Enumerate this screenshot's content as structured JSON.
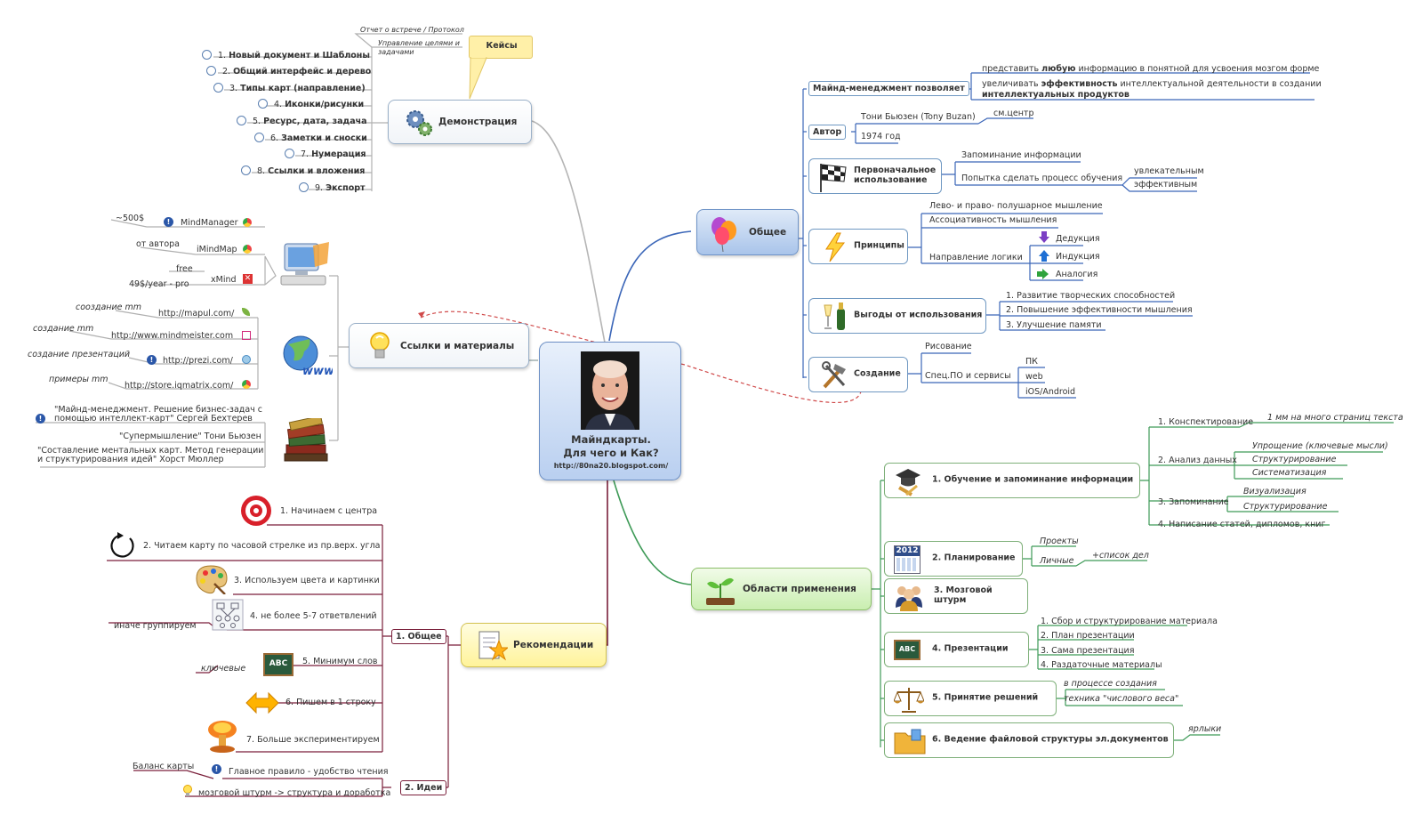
{
  "center": {
    "title": "Майндкарты.",
    "subtitle": "Для чего и Как?",
    "url": "http://80na20.blogspot.com/"
  },
  "callout": "Кейсы",
  "demo": {
    "label": "Демонстрация",
    "notes": [
      "Отчет о встрече / Протокол",
      "Управление целями и",
      "задачами"
    ],
    "items": [
      {
        "n": "1.",
        "t": "Новый документ и Шаблоны"
      },
      {
        "n": "2.",
        "t": "Общий интерфейс и дерево"
      },
      {
        "n": "3.",
        "t": "Типы карт (направление)"
      },
      {
        "n": "4.",
        "t": "Иконки/рисунки"
      },
      {
        "n": "5.",
        "t": "Ресурс, дата, задача"
      },
      {
        "n": "6.",
        "t": "Заметки и сноски"
      },
      {
        "n": "7.",
        "t": "Нумерация"
      },
      {
        "n": "8.",
        "t": "Ссылки и вложения"
      },
      {
        "n": "9.",
        "t": "Экспорт"
      }
    ]
  },
  "links": {
    "label": "Ссылки и материалы",
    "software": [
      {
        "name": "MindManager",
        "note": "~500$"
      },
      {
        "name": "iMindMap",
        "note": "от автора"
      },
      {
        "name": "xMind",
        "note1": "free",
        "note2": "49$/year - pro"
      }
    ],
    "web": [
      {
        "url": "http://mapul.com/",
        "note": "сооздание mm"
      },
      {
        "url": "http://www.mindmeister.com",
        "note": "создание mm"
      },
      {
        "url": "http://prezi.com/",
        "note": "создание презентаций"
      },
      {
        "url": "http://store.iqmatrix.com/",
        "note": "примеры mm"
      }
    ],
    "books": [
      "\"Майнд-менеджмент. Решение бизнес-задач с",
      "помощью интеллект-карт\" Сергей Бехтерев",
      "\"Супермышление\" Тони Бьюзен",
      "\"Составление ментальных карт. Метод генерации",
      "и структурирования идей\" Хорст Мюллер"
    ]
  },
  "general": {
    "label": "Общее",
    "allows": {
      "label": "Майнд-менеджмент позволяет",
      "l1": [
        "представить ",
        "любую",
        " информацию в понятной для усвоения мозгом форме"
      ],
      "l2": [
        "увеличивать ",
        "эффективность",
        " интеллектуальной деятельности в создании"
      ],
      "l3": "интеллектуальных продуктов"
    },
    "author": {
      "label": "Автор",
      "name": "Тони Бьюзен (Tony Buzan)",
      "note": "см.центр",
      "year": "1974 год"
    },
    "initial": {
      "label1": "Первоначальное",
      "label2": "использование",
      "a": "Запоминание информации",
      "b": "Попытка сделать процесс обучения",
      "c": "увлекательным",
      "d": "эффективным"
    },
    "principles": {
      "label": "Принципы",
      "a": "Лево- и право- полушарное мышление",
      "b": "Ассоциативность мышления",
      "c": "Направление логики",
      "d": "Дедукция",
      "e": "Индукция",
      "f": "Аналогия"
    },
    "benefits": {
      "label": "Выгоды от использования",
      "items": [
        "1. Развитие творческих способностей",
        "2. Повышение эффективности мышления",
        "3. Улучшение памяти"
      ]
    },
    "creation": {
      "label": "Создание",
      "a": "Рисование",
      "b": "Спец.ПО и сервисы",
      "c": "ПК",
      "d": "web",
      "e": "iOS/Android"
    }
  },
  "areas": {
    "label": "Области применения",
    "learning": {
      "label": "1. Обучение и запоминание информации",
      "a": "1. Конспектирование",
      "a1": "1 мм на много страниц текста",
      "b": "2. Анализ данных",
      "b1": "Упрощение (ключевые мысли)",
      "b2": "Структурирование",
      "b3": "Систематизация",
      "c": "3. Запоминание",
      "c1": "Визуализация",
      "c2": "Структурирование",
      "d": "4. Написание статей, дипломов, книг"
    },
    "planning": {
      "label": "2. Планирование",
      "year": "2012",
      "a": "Проекты",
      "b": "Личные",
      "c": "+список дел"
    },
    "brainstorm": {
      "label": "3. Мозговой штурм"
    },
    "presentations": {
      "label": "4. Презентации",
      "items": [
        "1. Сбор и структурирование материала",
        "2. План презентации",
        "3. Сама презентация",
        "4. Раздаточные материалы"
      ]
    },
    "decisions": {
      "label": "5. Принятие решений",
      "a": "в процессе создания",
      "b": "техника \"числового веса\""
    },
    "files": {
      "label": "6. Ведение файловой структуры эл.документов",
      "a": "ярлыки"
    }
  },
  "recs": {
    "label": "Рекомендации",
    "general": "1. Общее",
    "items": [
      "1. Начинаем с центра",
      "2. Читаем карту по часовой стрелке из пр.верх. угла",
      "3. Используем цвета и картинки",
      "4. не более 5-7 ответвлений",
      "5. Минимум слов",
      "6. Пишем в 1 строку",
      "7. Больше экспериментируем"
    ],
    "grouping": "иначе группируем",
    "keywords": "ключевые",
    "ideas": "2. Идеи",
    "idea_items": [
      "Главное правило - удобство чтения",
      "мозговой штурм -> структура и доработка"
    ],
    "balance": "Баланс карты"
  },
  "colors": {
    "blue_branch": "#3b66b8",
    "green_branch": "#3e9a57",
    "maroon_branch": "#7a1f3a",
    "grey_branch": "#b0b0b0",
    "dashed": "#d04a4a"
  }
}
